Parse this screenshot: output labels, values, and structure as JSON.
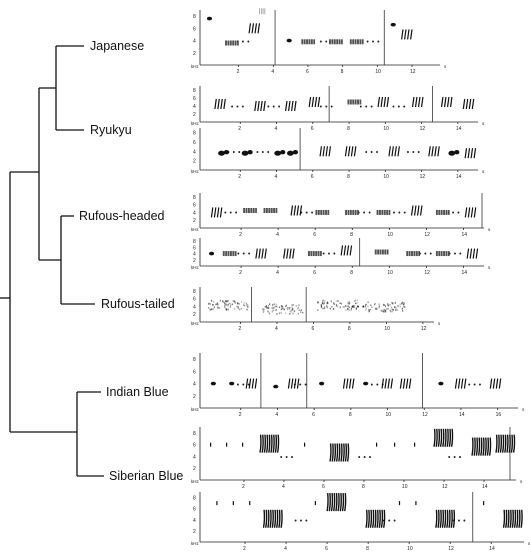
{
  "taxa": [
    {
      "id": "japanese",
      "label": "Japanese"
    },
    {
      "id": "ryukyu",
      "label": "Ryukyu"
    },
    {
      "id": "rufous-headed",
      "label": "Rufous-headed"
    },
    {
      "id": "rufous-tailed",
      "label": "Rufous-tailed"
    },
    {
      "id": "indian-blue",
      "label": "Indian Blue"
    },
    {
      "id": "siberian-blue",
      "label": "Siberian Blue"
    }
  ],
  "axis_units": {
    "frequency": "kHz",
    "time": "s"
  },
  "freq_ticks": [
    "8",
    "6",
    "4",
    "2"
  ],
  "time_ticks_short": [
    "2",
    "4",
    "6",
    "8",
    "10",
    "12"
  ],
  "time_ticks_long": [
    "2",
    "4",
    "6",
    "8",
    "10",
    "12",
    "14"
  ],
  "time_ticks_indian": [
    "2",
    "4",
    "6",
    "8",
    "10",
    "12",
    "14",
    "16"
  ],
  "gap_marker": "• • •"
}
